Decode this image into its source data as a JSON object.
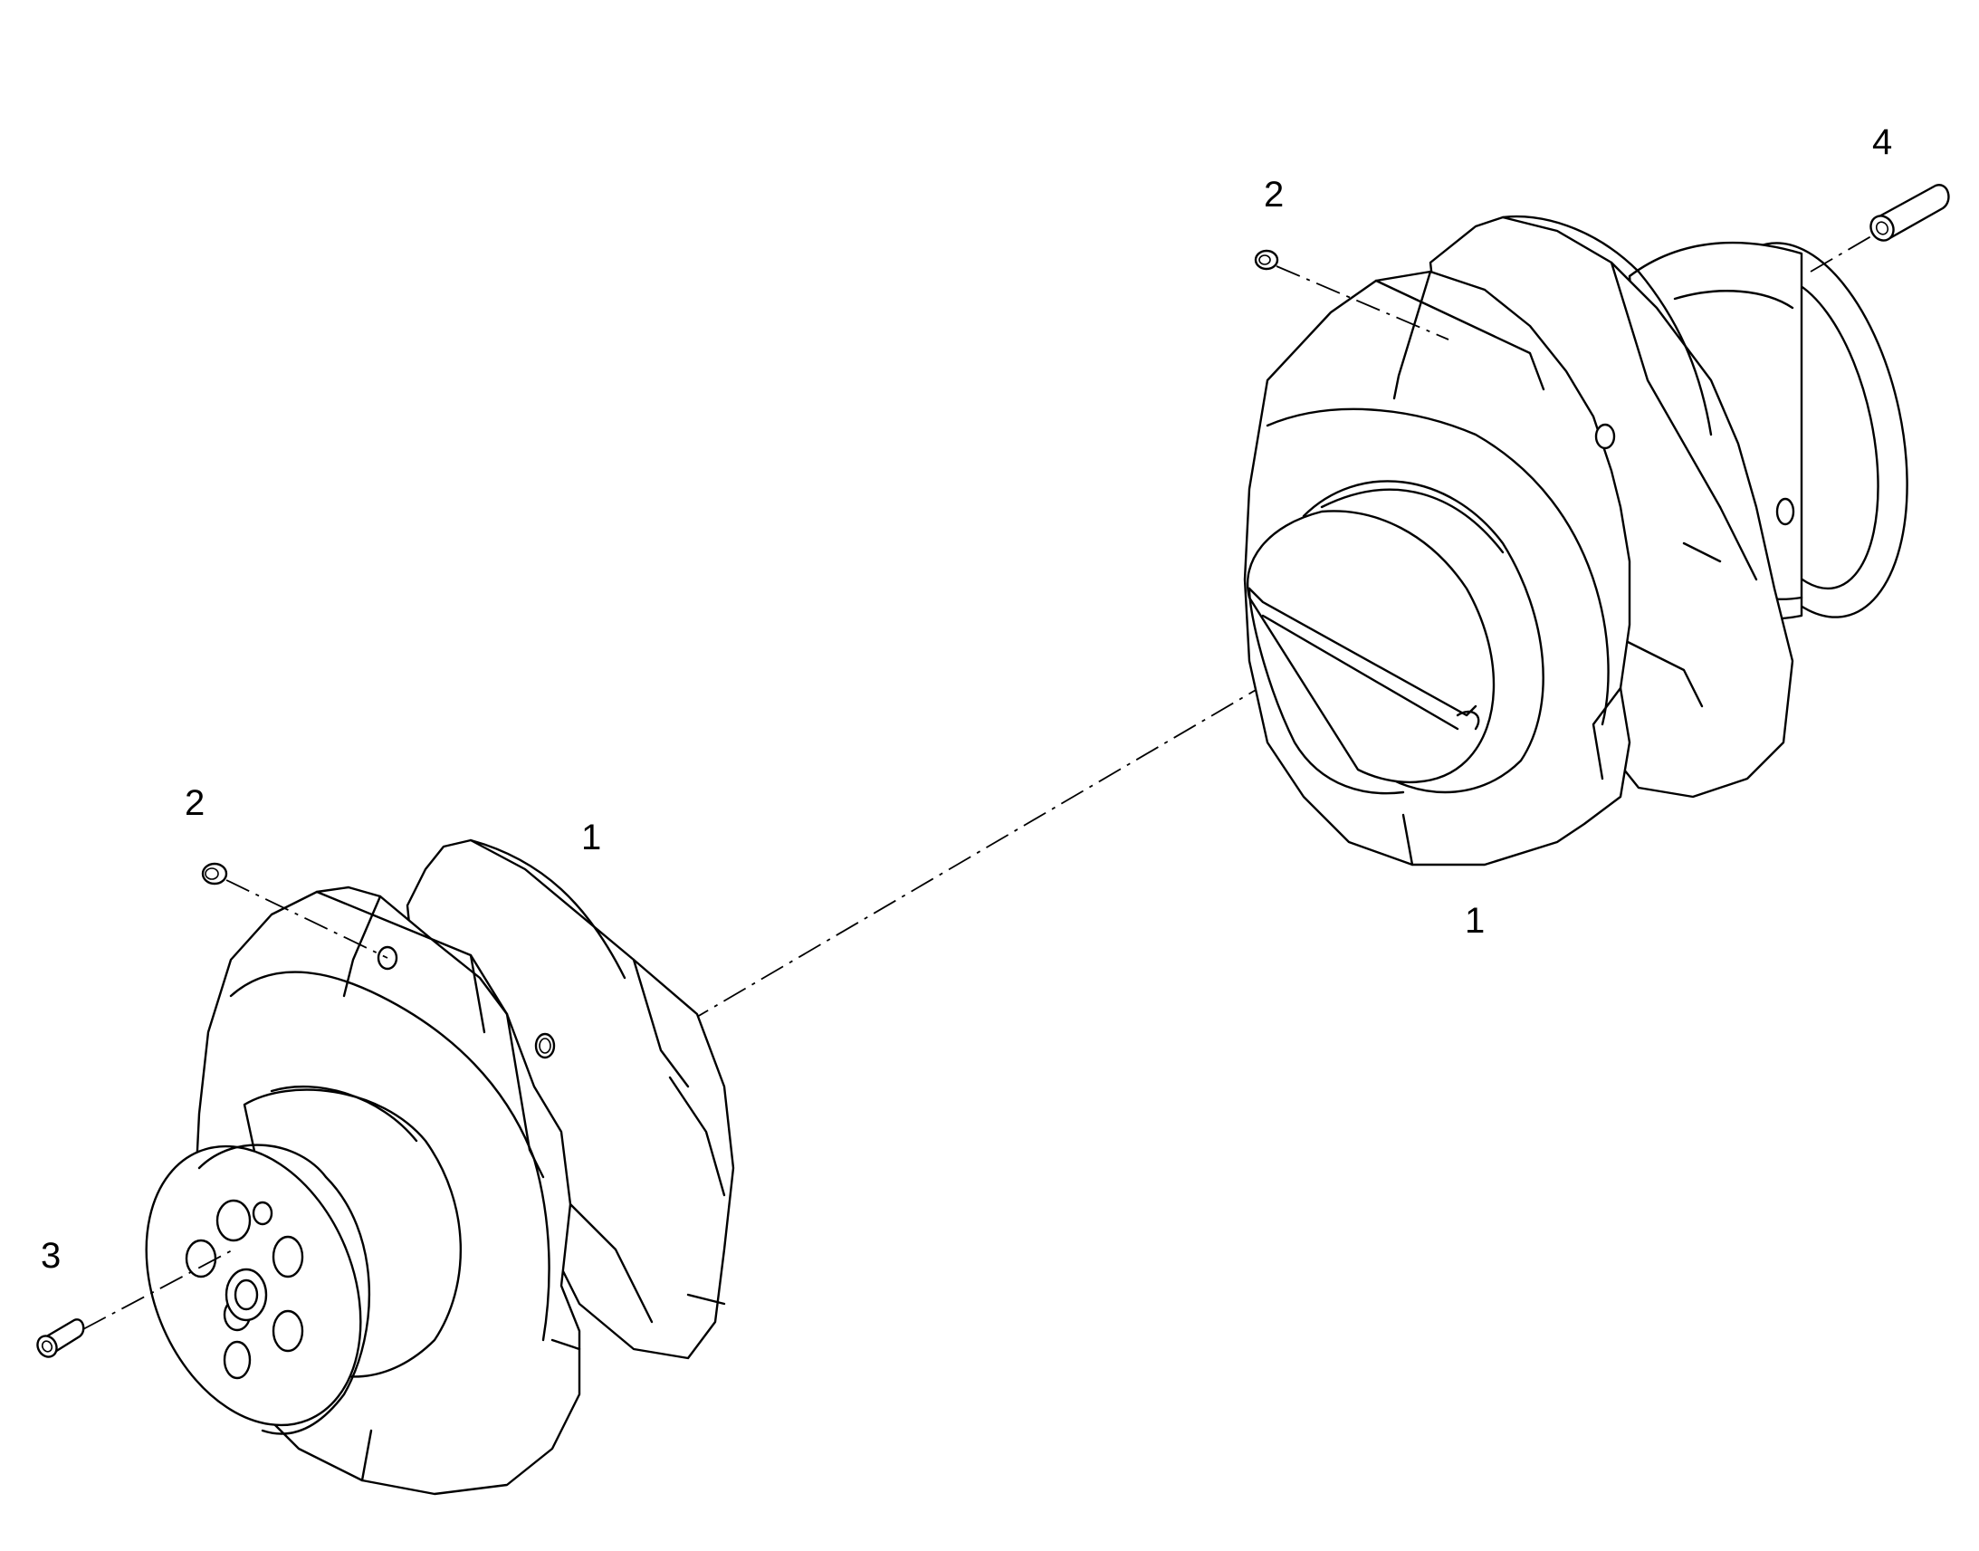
{
  "callouts": {
    "part_1_front": "1",
    "part_1_rear": "1",
    "part_2_front": "2",
    "part_2_rear": "2",
    "part_3": "3",
    "part_4": "4"
  },
  "colors": {
    "line": "#000000",
    "background": "#ffffff"
  }
}
